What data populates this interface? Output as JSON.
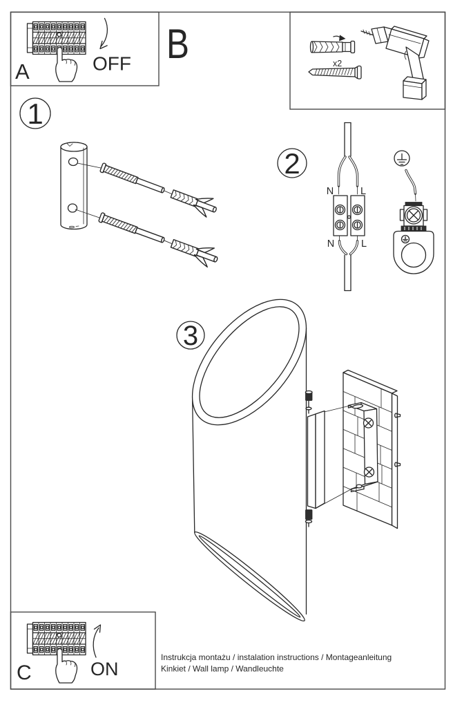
{
  "colors": {
    "background": "#ffffff",
    "ink": "#262626",
    "frame": "#4a4a4a",
    "dark_fill": "#2f2f2f"
  },
  "panel_a": {
    "label": "A",
    "state": "OFF"
  },
  "panel_b": {
    "label": "B",
    "anchor_qty": "x2"
  },
  "panel_c": {
    "label": "C",
    "state": "ON"
  },
  "steps": {
    "one": {
      "number": "1"
    },
    "two": {
      "number": "2",
      "terminals": {
        "top_left": "N",
        "top_right": "L",
        "bottom_left": "N",
        "bottom_right": "L"
      }
    },
    "three": {
      "number": "3"
    }
  },
  "footer": {
    "line1": "Instrukcja montażu / instalation instructions / Montageanleitung",
    "line2": "Kinkiet / Wall lamp / Wandleuchte"
  },
  "icons": {
    "breaker-panel-icon": "din-circuit-breaker-row",
    "pressing-hand-icon": "hand-index-finger",
    "off-arrow-icon": "curved-arrow-down",
    "on-arrow-icon": "curved-arrow-up",
    "wall-plug-icon": "expansion-plug",
    "screw-icon": "mounting-screw",
    "drill-icon": "cordless-drill",
    "ground-symbol-icon": "protective-earth",
    "terminal-block-icon": "luster-terminal",
    "anchor-icon": "wall-anchor-with-screw"
  }
}
